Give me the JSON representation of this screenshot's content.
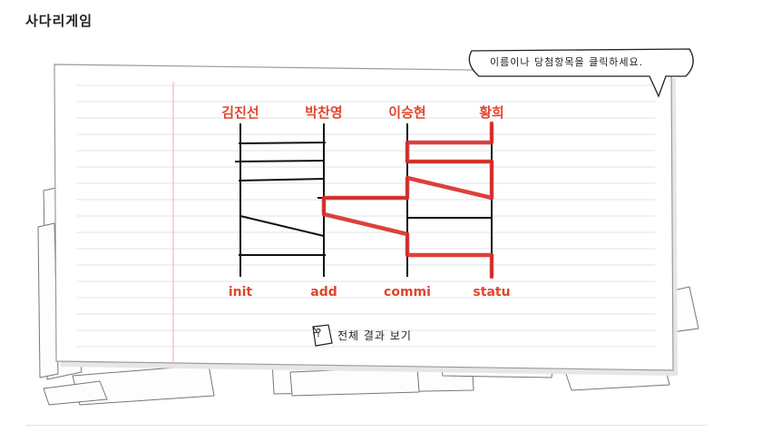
{
  "page_title": "사다리게임",
  "hint_text": "이름이나 당첨항목을 클릭하세요.",
  "names": [
    "김진선",
    "박찬영",
    "이승현",
    "황희"
  ],
  "results": [
    "init",
    "add",
    "commi",
    "statu"
  ],
  "show_all_label": "전체 결과 보기",
  "show_all_icon": "?",
  "colors": {
    "accent": "#e0452b",
    "path": "#d9302b",
    "ink": "#111111",
    "rule": "#dde3ea",
    "margin": "#f2b8c2"
  }
}
